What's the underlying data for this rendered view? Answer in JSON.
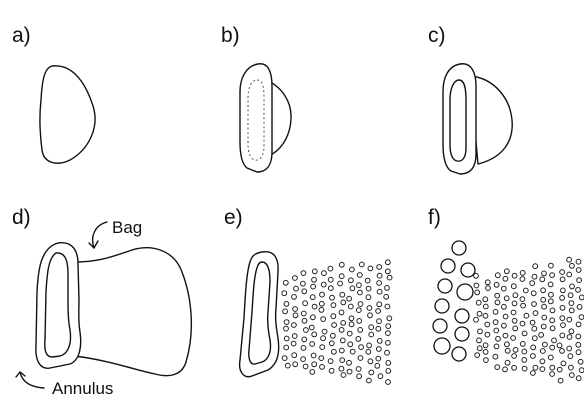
{
  "panels": [
    {
      "id": "a",
      "label": "a)"
    },
    {
      "id": "b",
      "label": "b)"
    },
    {
      "id": "c",
      "label": "c)"
    },
    {
      "id": "d",
      "label": "d)"
    },
    {
      "id": "e",
      "label": "e)"
    },
    {
      "id": "f",
      "label": "f)"
    }
  ],
  "annotations": {
    "bag": "Bag",
    "annulus": "Annulus"
  },
  "colors": {
    "ink": "#111111",
    "background": "#ffffff"
  }
}
